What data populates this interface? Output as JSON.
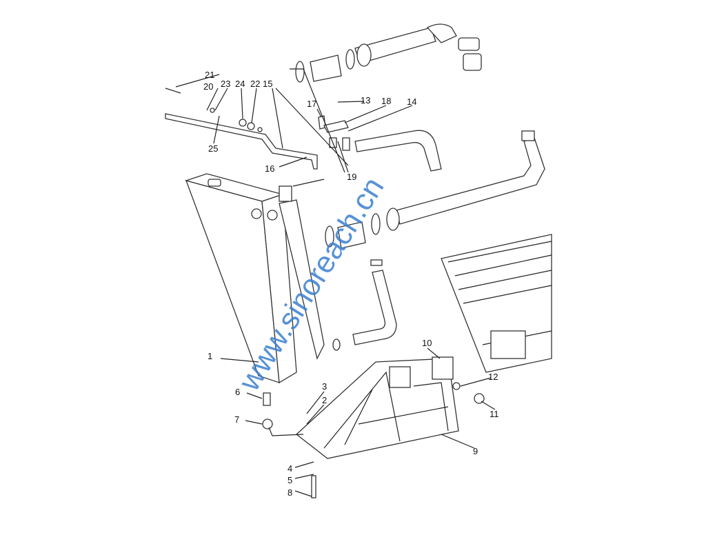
{
  "watermark": "www.sinoreach.cn",
  "callouts": [
    "1",
    "2",
    "3",
    "4",
    "5",
    "6",
    "7",
    "8",
    "9",
    "10",
    "11",
    "12",
    "13",
    "14",
    "15",
    "16",
    "17",
    "18",
    "19",
    "20",
    "21",
    "22",
    "23",
    "24",
    "25"
  ],
  "colors": {
    "watermark": "#3a7fd0",
    "lines": "#222222"
  }
}
